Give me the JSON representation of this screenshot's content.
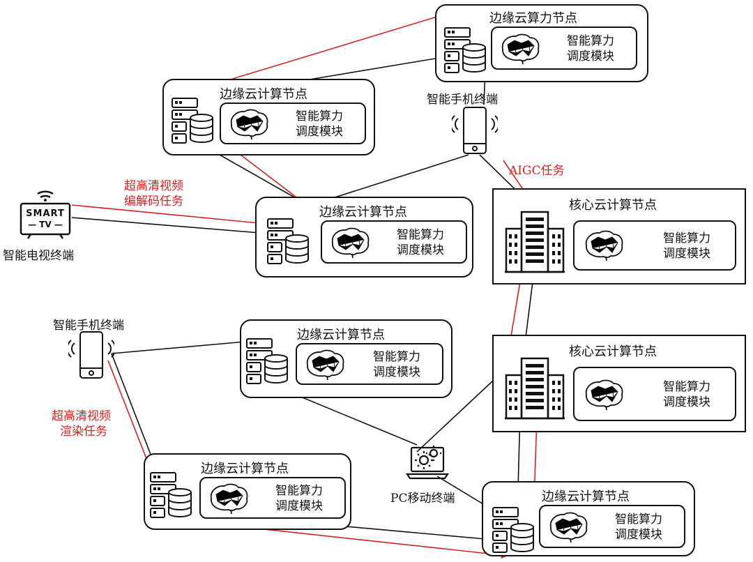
{
  "module": {
    "line1": "智能算力",
    "line2": "调度模块"
  },
  "nodes": [
    {
      "title": "边缘云算力节点"
    },
    {
      "title": "边缘云计算节点"
    },
    {
      "title": "边缘云计算节点"
    },
    {
      "title": "边缘云计算节点"
    },
    {
      "title": "边缘云计算节点"
    },
    {
      "title": "边缘云计算节点"
    }
  ],
  "core_nodes": [
    {
      "title": "核心云计算节点"
    },
    {
      "title": "核心云计算节点"
    }
  ],
  "terminals": {
    "phone_top": "智能手机终端",
    "smart_tv": "智能电视终端",
    "tv_text1": "SMART",
    "tv_text2": "— TV —",
    "phone_left": "智能手机终端",
    "pc": "PC移动终端"
  },
  "tasks": {
    "aigc": "AIGC任务",
    "video_codec": [
      "超高清视频",
      "编解码任务"
    ],
    "video_render": [
      "超高清视频",
      "渲染任务"
    ]
  },
  "colors": {
    "task": "#d42020",
    "line": "#111111"
  }
}
